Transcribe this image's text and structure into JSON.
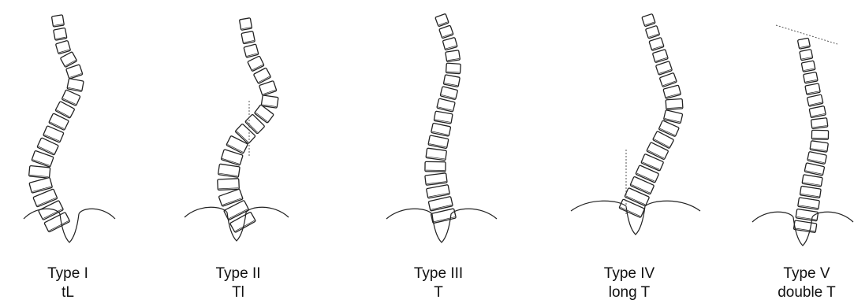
{
  "panels": [
    {
      "type_label": "Type I",
      "code": "tL"
    },
    {
      "type_label": "Type II",
      "code": "Tl"
    },
    {
      "type_label": "Type III",
      "code": "T"
    },
    {
      "type_label": "Type IV",
      "code": "long T"
    },
    {
      "type_label": "Type V",
      "code": "double T"
    }
  ],
  "colors": {
    "line": "#222222",
    "dashed": "#555555",
    "background": "#ffffff"
  }
}
